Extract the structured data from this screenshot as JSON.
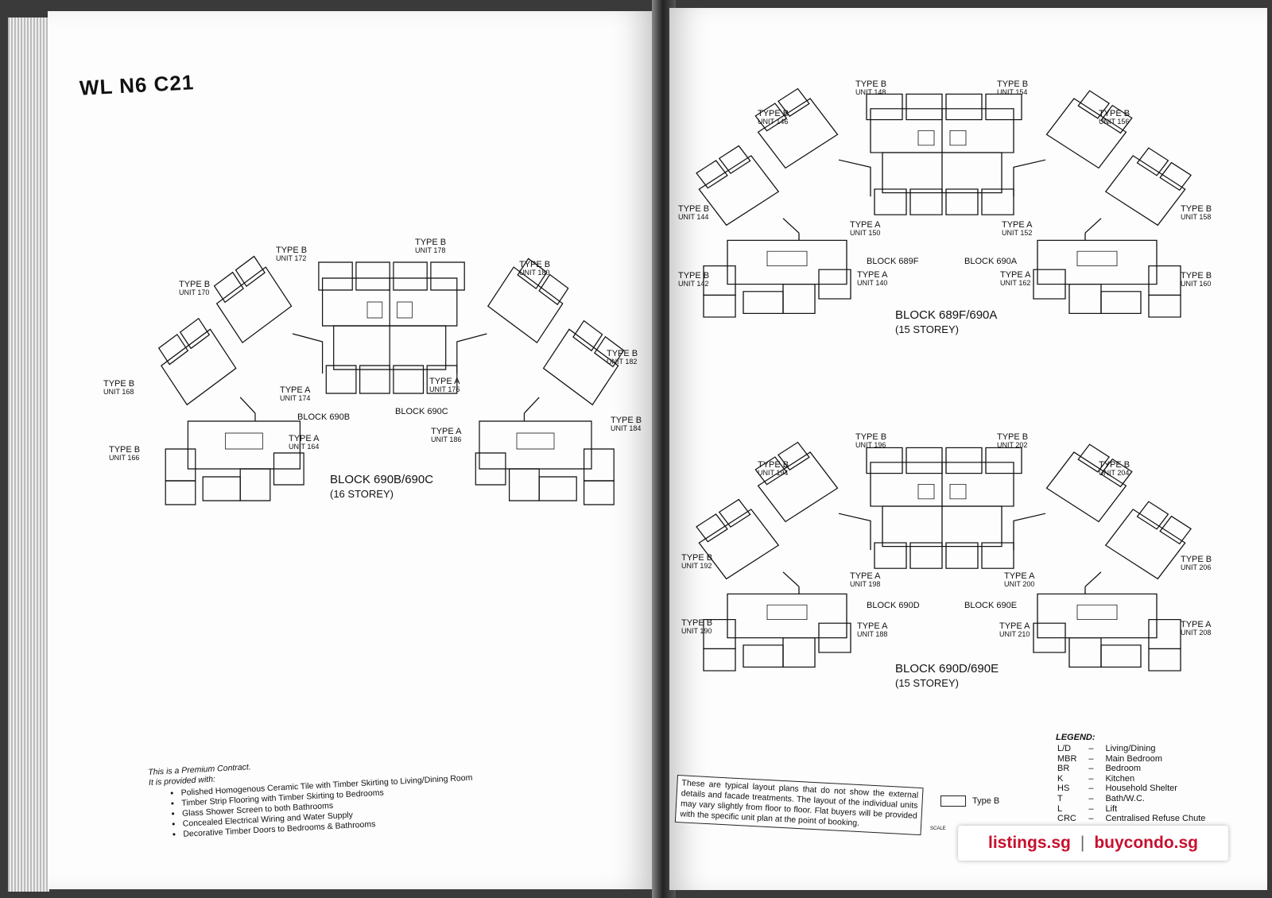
{
  "left_page": {
    "doc_code": "WL N6 C21",
    "units": [
      {
        "type": "TYPE B",
        "unit": "UNIT 172"
      },
      {
        "type": "TYPE B",
        "unit": "UNIT 178"
      },
      {
        "type": "TYPE B",
        "unit": "UNIT 170"
      },
      {
        "type": "TYPE B",
        "unit": "UNIT 180"
      },
      {
        "type": "TYPE B",
        "unit": "UNIT 168"
      },
      {
        "type": "TYPE B",
        "unit": "UNIT 182"
      },
      {
        "type": "TYPE A",
        "unit": "UNIT 174"
      },
      {
        "type": "TYPE A",
        "unit": "UNIT 176"
      },
      {
        "type": "TYPE B",
        "unit": "UNIT 166"
      },
      {
        "type": "TYPE A",
        "unit": "UNIT 164"
      },
      {
        "type": "TYPE A",
        "unit": "UNIT 186"
      },
      {
        "type": "TYPE B",
        "unit": "UNIT 184"
      }
    ],
    "block_labels": [
      "BLOCK 690B",
      "BLOCK 690C"
    ],
    "block_title": "BLOCK 690B/690C",
    "storeys": "(16 STOREY)",
    "spec": {
      "line1": "This is a Premium Contract.",
      "line2": "It is provided with:",
      "items": [
        "Polished Homogenous Ceramic Tile with Timber Skirting to Living/Dining Room",
        "Timber Strip Flooring with Timber Skirting to Bedrooms",
        "Glass Shower Screen to both Bathrooms",
        "Concealed Electrical Wiring and Water Supply",
        "Decorative Timber Doors to Bedrooms & Bathrooms"
      ]
    }
  },
  "right_page": {
    "plan_top": {
      "units": [
        {
          "type": "TYPE B",
          "unit": "UNIT 148"
        },
        {
          "type": "TYPE B",
          "unit": "UNIT 154"
        },
        {
          "type": "TYPE B",
          "unit": "UNIT 146"
        },
        {
          "type": "TYPE B",
          "unit": "UNIT 156"
        },
        {
          "type": "TYPE B",
          "unit": "UNIT 144"
        },
        {
          "type": "TYPE B",
          "unit": "UNIT 158"
        },
        {
          "type": "TYPE A",
          "unit": "UNIT 150"
        },
        {
          "type": "TYPE A",
          "unit": "UNIT 152"
        },
        {
          "type": "TYPE B",
          "unit": "UNIT 142"
        },
        {
          "type": "TYPE A",
          "unit": "UNIT 140"
        },
        {
          "type": "TYPE A",
          "unit": "UNIT 162"
        },
        {
          "type": "TYPE B",
          "unit": "UNIT 160"
        }
      ],
      "block_labels": [
        "BLOCK 689F",
        "BLOCK 690A"
      ],
      "block_title": "BLOCK 689F/690A",
      "storeys": "(15 STOREY)"
    },
    "plan_bottom": {
      "units": [
        {
          "type": "TYPE B",
          "unit": "UNIT 196"
        },
        {
          "type": "TYPE B",
          "unit": "UNIT 202"
        },
        {
          "type": "TYPE B",
          "unit": "UNIT 194"
        },
        {
          "type": "TYPE B",
          "unit": "UNIT 204"
        },
        {
          "type": "TYPE B",
          "unit": "UNIT 192"
        },
        {
          "type": "TYPE B",
          "unit": "UNIT 206"
        },
        {
          "type": "TYPE A",
          "unit": "UNIT 198"
        },
        {
          "type": "TYPE A",
          "unit": "UNIT 200"
        },
        {
          "type": "TYPE B",
          "unit": "UNIT 190"
        },
        {
          "type": "TYPE A",
          "unit": "UNIT 188"
        },
        {
          "type": "TYPE A",
          "unit": "UNIT 210"
        },
        {
          "type": "TYPE A",
          "unit": "UNIT 208"
        }
      ],
      "block_labels": [
        "BLOCK 690D",
        "BLOCK 690E"
      ],
      "block_title": "BLOCK 690D/690E",
      "storeys": "(15 STOREY)"
    },
    "disclaimer": "These are typical layout plans that do not show the external details and facade treatments. The layout of the individual units may vary slightly from floor to floor. Flat buyers will be provided with the specific unit plan at the point of booking.",
    "legend_key_label": "Type B",
    "legend": {
      "title": "LEGEND:",
      "rows": [
        {
          "abbr": "L/D",
          "dash": "–",
          "meaning": "Living/Dining"
        },
        {
          "abbr": "MBR",
          "dash": "–",
          "meaning": "Main Bedroom"
        },
        {
          "abbr": "BR",
          "dash": "–",
          "meaning": "Bedroom"
        },
        {
          "abbr": "K",
          "dash": "–",
          "meaning": "Kitchen"
        },
        {
          "abbr": "HS",
          "dash": "–",
          "meaning": "Household Shelter"
        },
        {
          "abbr": "T",
          "dash": "–",
          "meaning": "Bath/W.C."
        },
        {
          "abbr": "L",
          "dash": "–",
          "meaning": "Lift"
        },
        {
          "abbr": "CRC",
          "dash": "–",
          "meaning": "Centralised Refuse Chute"
        }
      ]
    },
    "scale_label": "SCALE"
  },
  "watermark": {
    "left": "listings.sg",
    "sep": "|",
    "right": "buycondo.sg"
  }
}
